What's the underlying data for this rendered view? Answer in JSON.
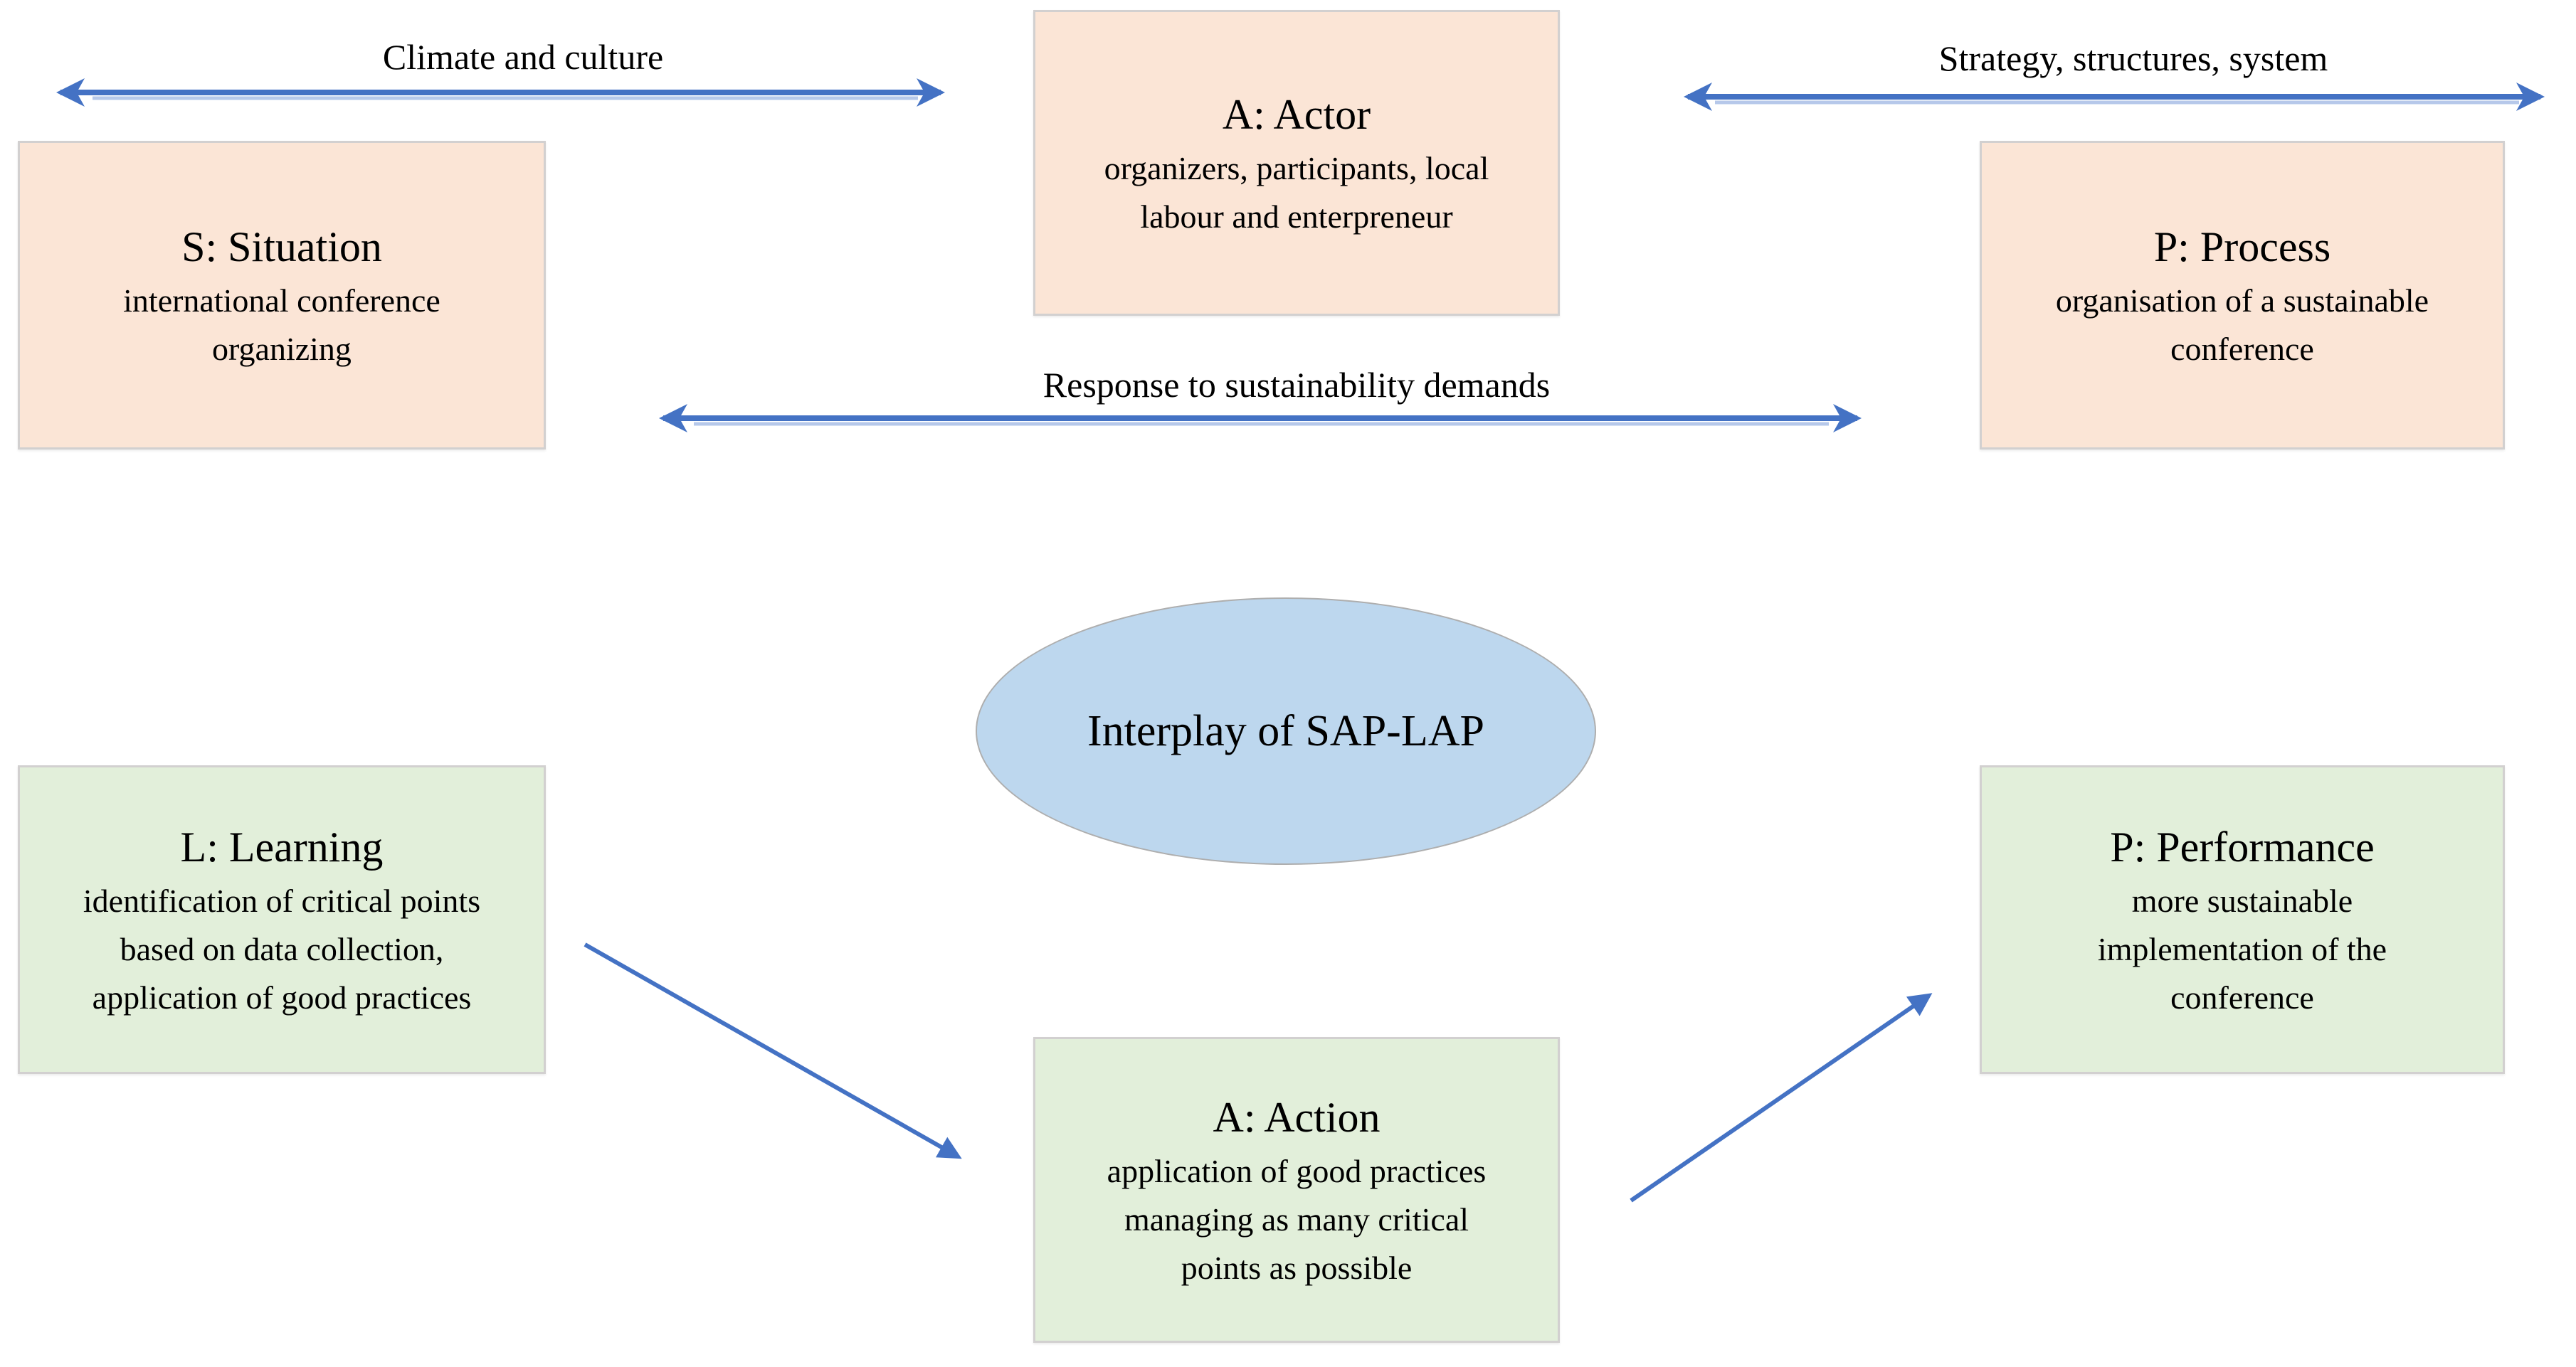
{
  "ellipse": {
    "label": "Interplay of SAP-LAP"
  },
  "boxes": {
    "situation": {
      "title": "S: Situation",
      "lines": [
        "international conference",
        "organizing"
      ]
    },
    "actor": {
      "title": "A: Actor",
      "lines": [
        "organizers, participants, local",
        "labour and enterpreneur"
      ]
    },
    "process": {
      "title": "P: Process",
      "lines": [
        "organisation of a sustainable",
        "conference"
      ]
    },
    "learning": {
      "title": "L: Learning",
      "lines": [
        "identification of critical points",
        "based on data collection,",
        "application of good practices"
      ]
    },
    "action": {
      "title": "A: Action",
      "lines": [
        "application of good practices",
        "managing as many critical",
        "points as possible"
      ]
    },
    "performance": {
      "title": "P: Performance",
      "lines": [
        "more sustainable",
        "implementation of the",
        "conference"
      ]
    }
  },
  "arrow_labels": {
    "situation_actor": "Climate and culture",
    "actor_process": "Strategy, structures, system",
    "situation_process": "Response to sustainability demands"
  },
  "colors": {
    "top_box_fill": "#FBE5D6",
    "bottom_box_fill": "#E2EFDA",
    "ellipse_fill": "#BDD7EE",
    "arrow_blue": "#4472C4",
    "box_border": "#D2D0D0",
    "text": "#000000"
  }
}
